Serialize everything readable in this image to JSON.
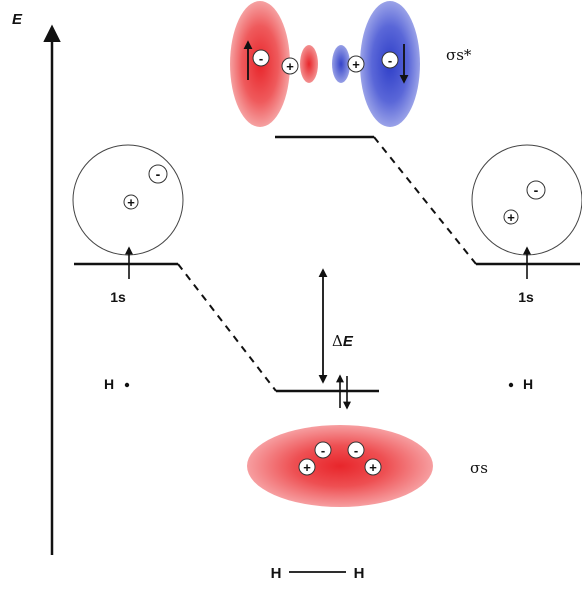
{
  "axis": {
    "label": "E"
  },
  "atom_left": {
    "orbital_label": "1s",
    "atom_label": "H",
    "electron_charge": "-",
    "nucleus_charge": "+"
  },
  "atom_right": {
    "orbital_label": "1s",
    "atom_label": "H",
    "electron_charge": "-",
    "nucleus_charge": "+"
  },
  "antibonding": {
    "label": "σs*",
    "electron_charge": "-",
    "nucleus_charge": "+"
  },
  "bonding": {
    "label": "σs",
    "electron_charge": "-",
    "nucleus_charge": "+"
  },
  "energy_gap": {
    "label_prefix": "Δ",
    "label_var": "E"
  },
  "molecule": {
    "atom_left": "H",
    "atom_right": "H"
  },
  "colors": {
    "red_lobe": "#e8262b",
    "blue_lobe": "#2f3fc8",
    "line": "#111111"
  }
}
